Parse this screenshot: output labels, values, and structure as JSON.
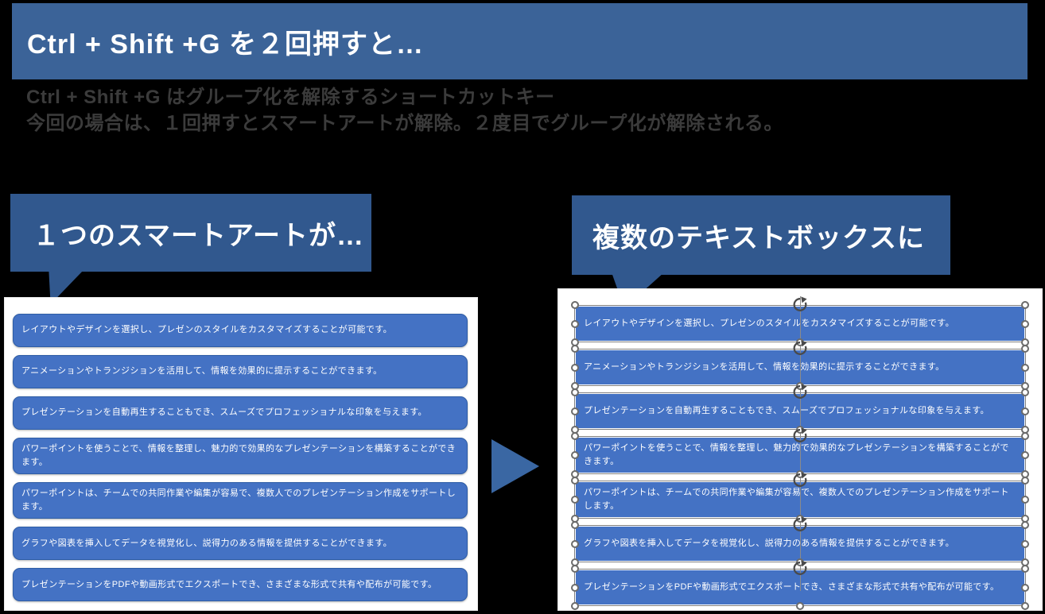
{
  "slide": {
    "title": "Ctrl + Shift +G を２回押すと…",
    "description_line1": "Ctrl + Shift +G はグループ化を解除するショートカットキー",
    "description_line2": "今回の場合は、１回押すとスマートアートが解除。２度目でグループ化が解除される。"
  },
  "callouts": {
    "left": "１つのスマートアートが…",
    "right": "複数のテキストボックスに"
  },
  "smartart_items": [
    "レイアウトやデザインを選択し、プレゼンのスタイルをカスタマイズすることが可能です。",
    "アニメーションやトランジションを活用して、情報を効果的に提示することができます。",
    "プレゼンテーションを自動再生することもでき、スムーズでプロフェッショナルな印象を与えます。",
    "パワーポイントを使うことで、情報を整理し、魅力的で効果的なプレゼンテーションを構築することができます。",
    "パワーポイントは、チームでの共同作業や編集が容易で、複数人でのプレゼンテーション作成をサポートします。",
    "グラフや図表を挿入してデータを視覚化し、説得力のある情報を提供することができます。",
    "プレゼンテーションをPDFや動画形式でエクスポートでき、さまざまな形式で共有や配布が可能です。"
  ],
  "icons": {
    "rotate_handle": "rotate-arrow",
    "transform_arrow": "right-triangle"
  },
  "colors": {
    "page_background": "#000000",
    "header_bar": "#3B6398",
    "callout": "#31588E",
    "arrow": "#3A67A3",
    "item_bar": "#4472C4",
    "item_text": "#FFFFFF",
    "panel_background": "#FFFFFF",
    "description_text": "#3B3B3B"
  }
}
